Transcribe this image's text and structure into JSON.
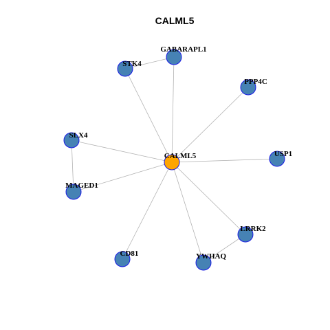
{
  "title": "CALML5",
  "colors": {
    "hub_fill": "#FFA500",
    "node_fill": "#4682B4",
    "node_stroke": "#1A1AE6",
    "edge": "#B3B3B3"
  },
  "nodes": [
    {
      "id": "CALML5",
      "label": "CALML5",
      "role": "hub"
    },
    {
      "id": "GABARAPL1",
      "label": "GABARAPL1",
      "role": "neighbor"
    },
    {
      "id": "STK4",
      "label": "STK4",
      "role": "neighbor"
    },
    {
      "id": "PPP4C",
      "label": "PPP4C",
      "role": "neighbor"
    },
    {
      "id": "SLX4",
      "label": "SLX4",
      "role": "neighbor"
    },
    {
      "id": "USP1",
      "label": "USP1",
      "role": "neighbor"
    },
    {
      "id": "MAGED1",
      "label": "MAGED1",
      "role": "neighbor"
    },
    {
      "id": "LRRK2",
      "label": "LRRK2",
      "role": "neighbor"
    },
    {
      "id": "CD81",
      "label": "CD81",
      "role": "neighbor"
    },
    {
      "id": "YWHAQ",
      "label": "YWHAQ",
      "role": "neighbor"
    }
  ],
  "edges": [
    [
      "CALML5",
      "GABARAPL1"
    ],
    [
      "CALML5",
      "STK4"
    ],
    [
      "CALML5",
      "PPP4C"
    ],
    [
      "CALML5",
      "SLX4"
    ],
    [
      "CALML5",
      "USP1"
    ],
    [
      "CALML5",
      "MAGED1"
    ],
    [
      "CALML5",
      "LRRK2"
    ],
    [
      "CALML5",
      "CD81"
    ],
    [
      "CALML5",
      "YWHAQ"
    ],
    [
      "STK4",
      "GABARAPL1"
    ],
    [
      "SLX4",
      "MAGED1"
    ],
    [
      "LRRK2",
      "YWHAQ"
    ]
  ]
}
